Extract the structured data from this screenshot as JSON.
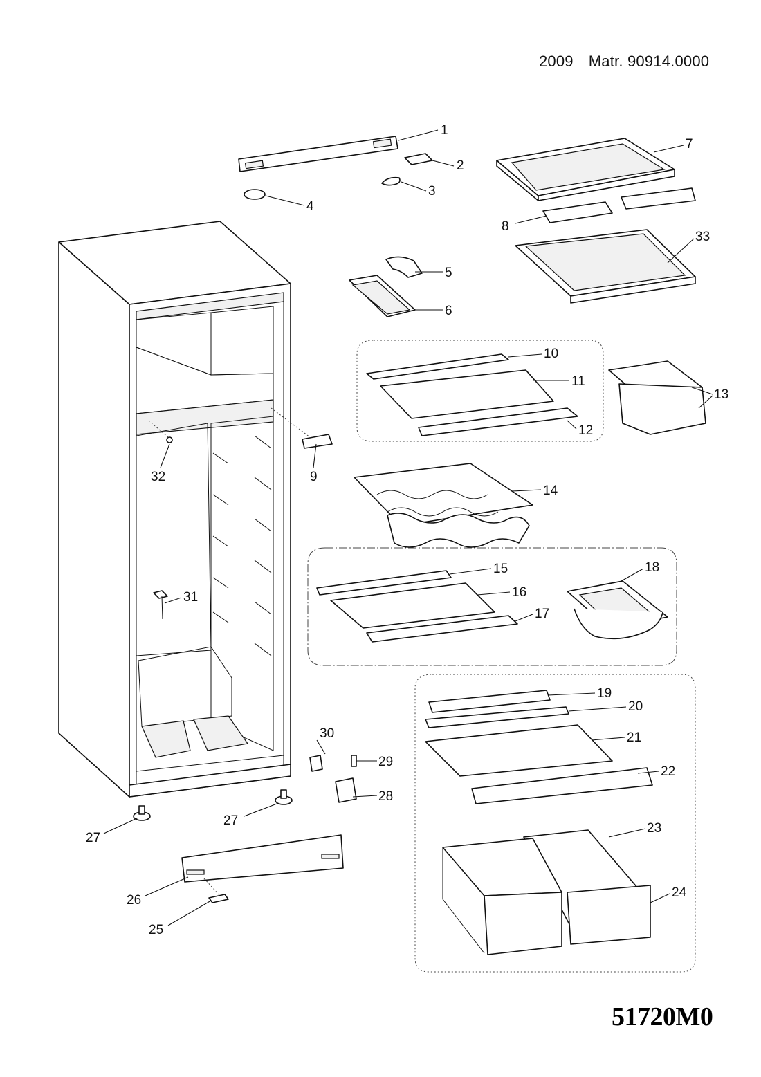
{
  "header": {
    "year": "2009",
    "matr": "Matr. 90914.0000"
  },
  "diagram_code": "51720M0",
  "parts": [
    {
      "number": "1"
    },
    {
      "number": "2"
    },
    {
      "number": "3"
    },
    {
      "number": "4"
    },
    {
      "number": "5"
    },
    {
      "number": "6"
    },
    {
      "number": "7"
    },
    {
      "number": "8"
    },
    {
      "number": "9"
    },
    {
      "number": "10"
    },
    {
      "number": "11"
    },
    {
      "number": "12"
    },
    {
      "number": "13"
    },
    {
      "number": "14"
    },
    {
      "number": "15"
    },
    {
      "number": "16"
    },
    {
      "number": "17"
    },
    {
      "number": "18"
    },
    {
      "number": "19"
    },
    {
      "number": "20"
    },
    {
      "number": "21"
    },
    {
      "number": "22"
    },
    {
      "number": "23"
    },
    {
      "number": "24"
    },
    {
      "number": "25"
    },
    {
      "number": "26"
    },
    {
      "number": "27"
    },
    {
      "number": "27"
    },
    {
      "number": "28"
    },
    {
      "number": "29"
    },
    {
      "number": "30"
    },
    {
      "number": "31"
    },
    {
      "number": "32"
    },
    {
      "number": "33"
    }
  ]
}
